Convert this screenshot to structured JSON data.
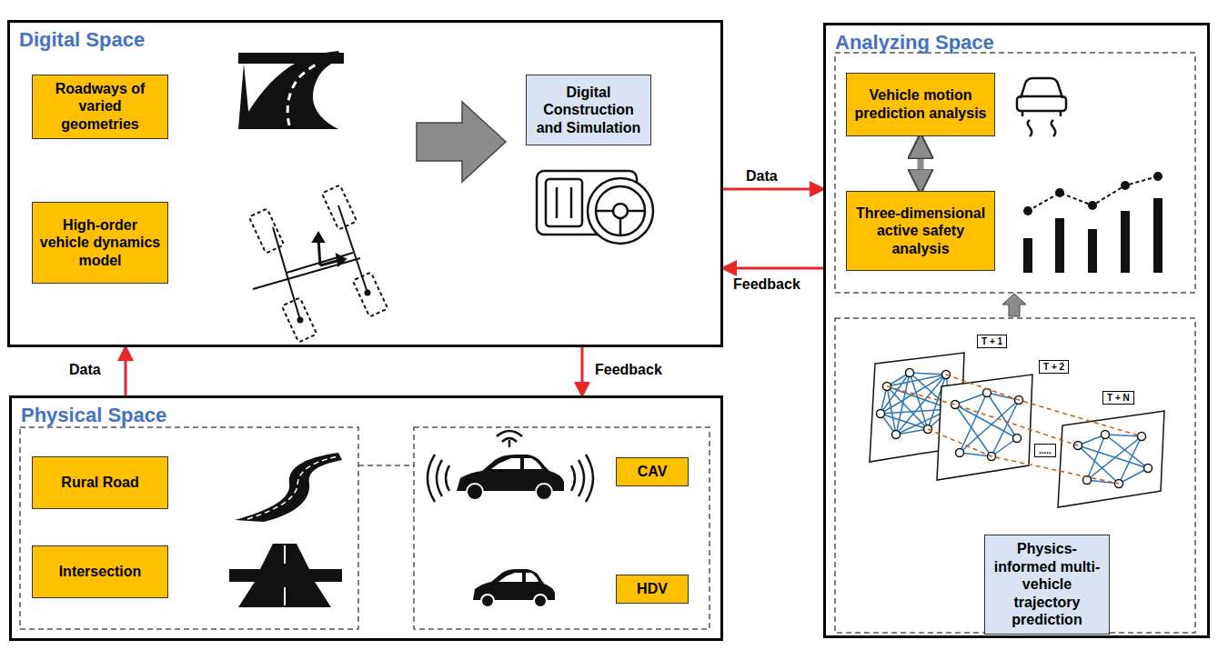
{
  "diagram": {
    "nodes": [
      {
        "text": [
          "Digital Space"
        ]
      },
      {
        "text": [
          "Roadways of varied geometries"
        ],
        "in": 0
      },
      {
        "text": [
          "High-order vehicle dynamics model"
        ],
        "in": 0
      },
      {
        "text": [
          "Digital Construction and Simulation"
        ],
        "in": 0
      },
      {
        "text": [
          "Analyzing Space"
        ]
      },
      {
        "text": [
          "Vehicle motion prediction analysis"
        ],
        "in": 4
      },
      {
        "text": [
          "Three-dimensional active safety analysis"
        ],
        "in": 4
      },
      {
        "text": [
          "Physics-informed multi-vehicle trajectory prediction"
        ],
        "in": 4
      },
      {
        "text": [
          "Physical Space"
        ]
      },
      {
        "text": [
          "Rural Road"
        ],
        "in": 8
      },
      {
        "text": [
          "Intersection"
        ],
        "in": 8
      },
      {
        "text": [
          "CAV"
        ],
        "in": 8
      },
      {
        "text": [
          "HDV"
        ],
        "in": 8
      }
    ],
    "edges": [
      {
        "from": 0,
        "to": 4,
        "arrow": "to",
        "label": "Data"
      },
      {
        "from": 4,
        "to": 0,
        "arrow": "to",
        "label": "Feedback"
      },
      {
        "from": 8,
        "to": 0,
        "arrow": "to",
        "label": "Data"
      },
      {
        "from": 0,
        "to": 8,
        "arrow": "to",
        "label": "Feedback"
      },
      {
        "from": 5,
        "to": 6,
        "arrow": "both"
      }
    ],
    "labels": [
      "T + 1",
      "T + 2",
      ".....",
      "T + N"
    ]
  }
}
